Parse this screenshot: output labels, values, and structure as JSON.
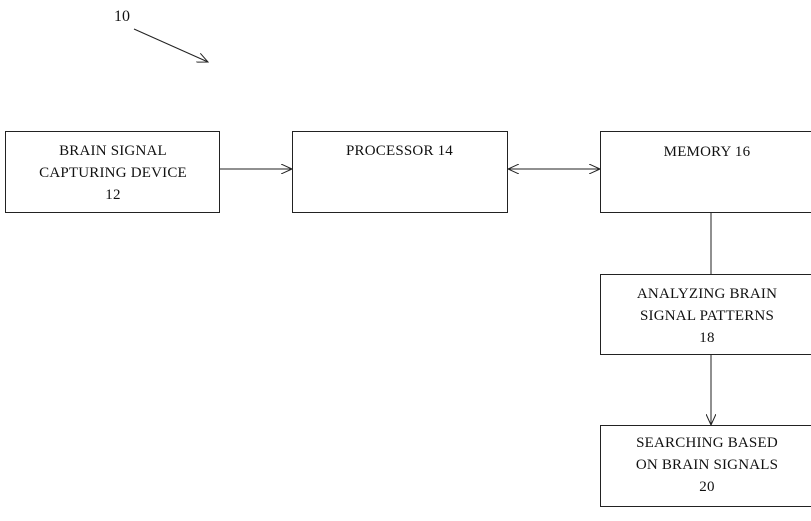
{
  "figure": {
    "reference_numeral": "10"
  },
  "blocks": {
    "capture": {
      "line1": "BRAIN SIGNAL",
      "line2": "CAPTURING DEVICE",
      "line3": "12"
    },
    "processor": {
      "line1": "PROCESSOR 14"
    },
    "memory": {
      "line1": "MEMORY 16"
    },
    "analyze": {
      "line1": "ANALYZING BRAIN",
      "line2": "SIGNAL PATTERNS",
      "line3": "18"
    },
    "search": {
      "line1": "SEARCHING BASED",
      "line2": "ON BRAIN SIGNALS",
      "line3": "20"
    }
  }
}
